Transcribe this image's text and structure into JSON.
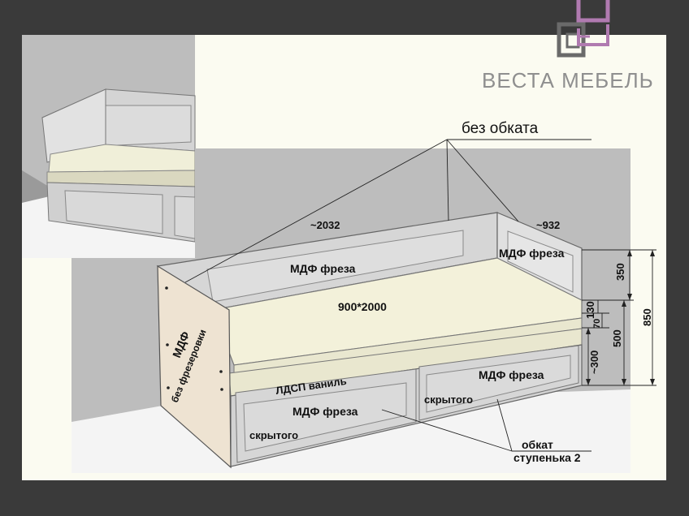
{
  "brand": {
    "name": "ВЕСТА МЕБЕЛЬ",
    "logo_icon": "vesta-square-logo",
    "colors": {
      "dark": "#6a6a6a",
      "accent": "#b07ab0"
    }
  },
  "labels": {
    "no_edging": "без обката",
    "length_dim": "~2032",
    "depth_dim": "~932",
    "back_panel": "МДФ фреза",
    "side_panel": "МДФ фреза",
    "mattress_size": "900*2000",
    "end_panel_material": "МДФ",
    "end_panel_note": "без фрезеровки",
    "base_material": "ЛДСП ваниль",
    "drawer_left_front": "МДФ фреза",
    "drawer_right_front": "МДФ фреза",
    "hidden_left": "скрытого",
    "hidden_right": "скрытого",
    "edging": "обкат",
    "edging_step": "ступенька 2"
  },
  "dimensions": {
    "back_height": "350",
    "mattress_gap": "130",
    "step": "70",
    "seat_height": "500",
    "total_height": "850",
    "drawer_height": "~300"
  },
  "colors": {
    "wall": "#b9b9b9",
    "frame": "#d6d6d6",
    "mattress": "#f3f1da",
    "wood_end": "#eee3d2",
    "vanilla": "#e9e7cf"
  }
}
